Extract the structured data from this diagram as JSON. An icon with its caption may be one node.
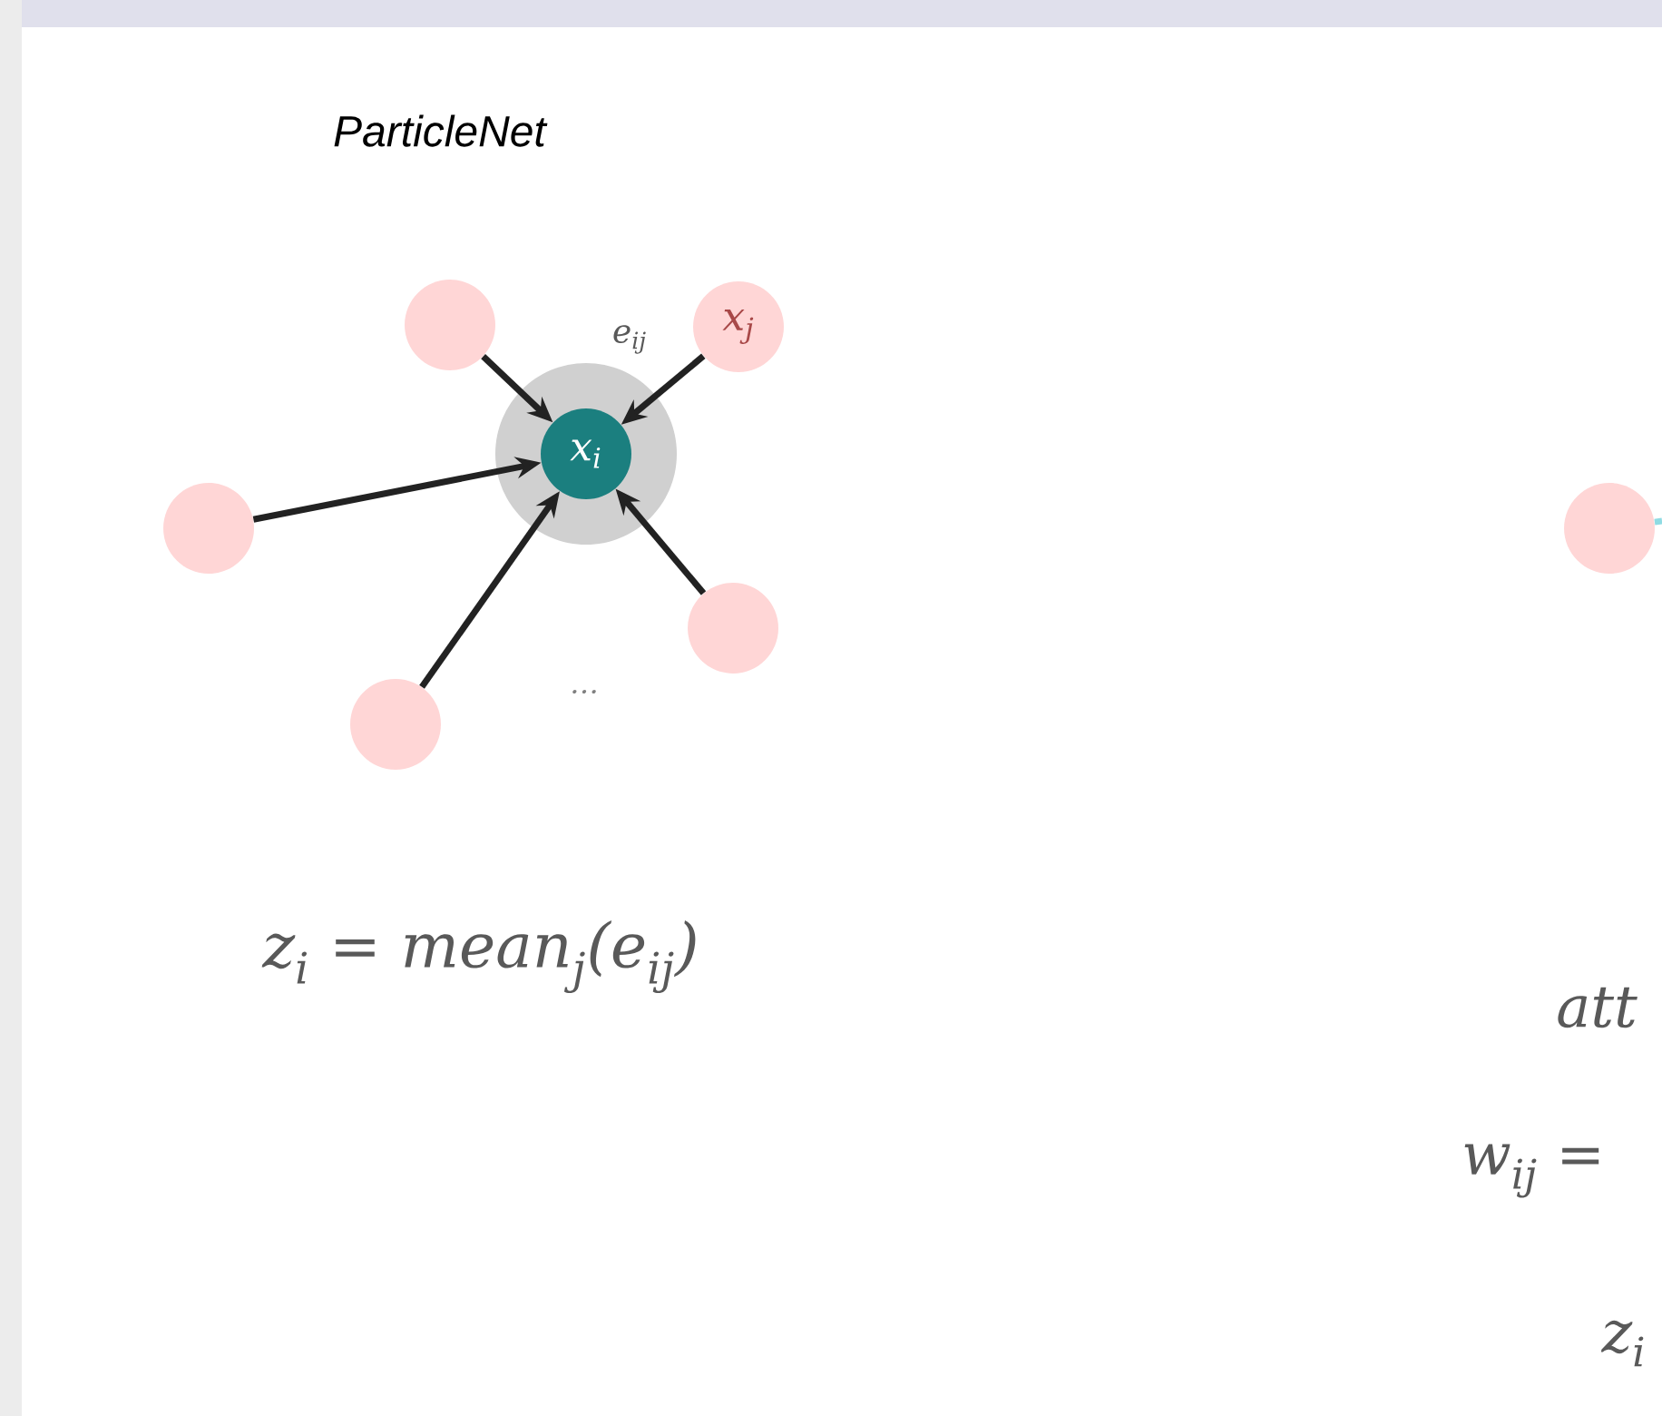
{
  "diagram": {
    "title": "ParticleNet",
    "nodes": [
      {
        "text": [],
        "shape": "circle"
      },
      {
        "text": [
          "x$_{j}$"
        ]
      },
      {
        "text": [
          "x$_{i}$"
        ]
      },
      {
        "text": [],
        "shape": "circle"
      },
      {
        "text": [],
        "shape": "circle"
      },
      {
        "text": [],
        "shape": "circle"
      },
      {
        "text": [],
        "shape": "circle"
      }
    ],
    "edges": [
      {
        "from": 0,
        "to": 2,
        "arrow": "to"
      },
      {
        "from": 1,
        "to": 2,
        "arrow": "to",
        "label": "e$_{ij}$"
      },
      {
        "from": 3,
        "to": 2,
        "arrow": "to"
      },
      {
        "from": 5,
        "to": 2,
        "arrow": "to"
      },
      {
        "from": 6,
        "to": 2,
        "arrow": "to"
      },
      {
        "from": 4,
        "to": null,
        "arrow": "none",
        "color": "#8fdbe3"
      }
    ],
    "labels": [
      "…",
      "z$_{i}$ = mean$_{j}$(e$_{ij}$)",
      "att",
      "w$_{ij}$ =",
      "z$_{i}$"
    ]
  }
}
